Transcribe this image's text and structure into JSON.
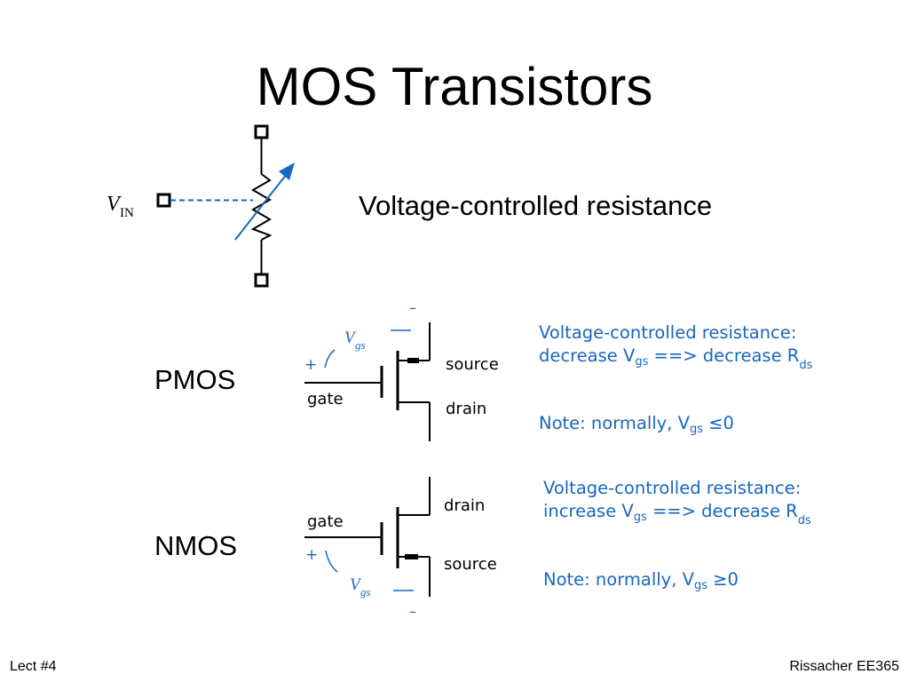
{
  "slide": {
    "title": "MOS Transistors",
    "vcr_caption": "Voltage-controlled resistance",
    "vin_label": "V",
    "vin_sub": "IN",
    "pmos_label": "PMOS",
    "nmos_label": "NMOS"
  },
  "pmos": {
    "gate": "gate",
    "source": "source",
    "drain": "drain",
    "plus": "+",
    "minus_top": "–",
    "vgs_v": "V",
    "vgs_sub": "gs",
    "note_line1": "Voltage-controlled resistance:",
    "note_line2_a": "decrease V",
    "note_line2_sub1": "gs",
    "note_line2_b": " ==> decrease R",
    "note_line2_sub2": "ds",
    "note2_a": "Note: normally, V",
    "note2_sub": "gs",
    "note2_b": " ≤0"
  },
  "nmos": {
    "gate": "gate",
    "source": "source",
    "drain": "drain",
    "plus": "+",
    "minus_bottom": "–",
    "vgs_v": "V",
    "vgs_sub": "gs",
    "note_line1": "Voltage-controlled resistance:",
    "note_line2_a": "increase V",
    "note_line2_sub1": "gs",
    "note_line2_b": " ==> decrease R",
    "note_line2_sub2": "ds",
    "note2_a": "Note: normally, V",
    "note2_sub": "gs",
    "note2_b": " ≥0"
  },
  "footer": {
    "left": "Lect #4",
    "right": "Rissacher EE365"
  },
  "colors": {
    "text": "#000000",
    "accent_blue": "#1766c0",
    "background": "#ffffff"
  }
}
